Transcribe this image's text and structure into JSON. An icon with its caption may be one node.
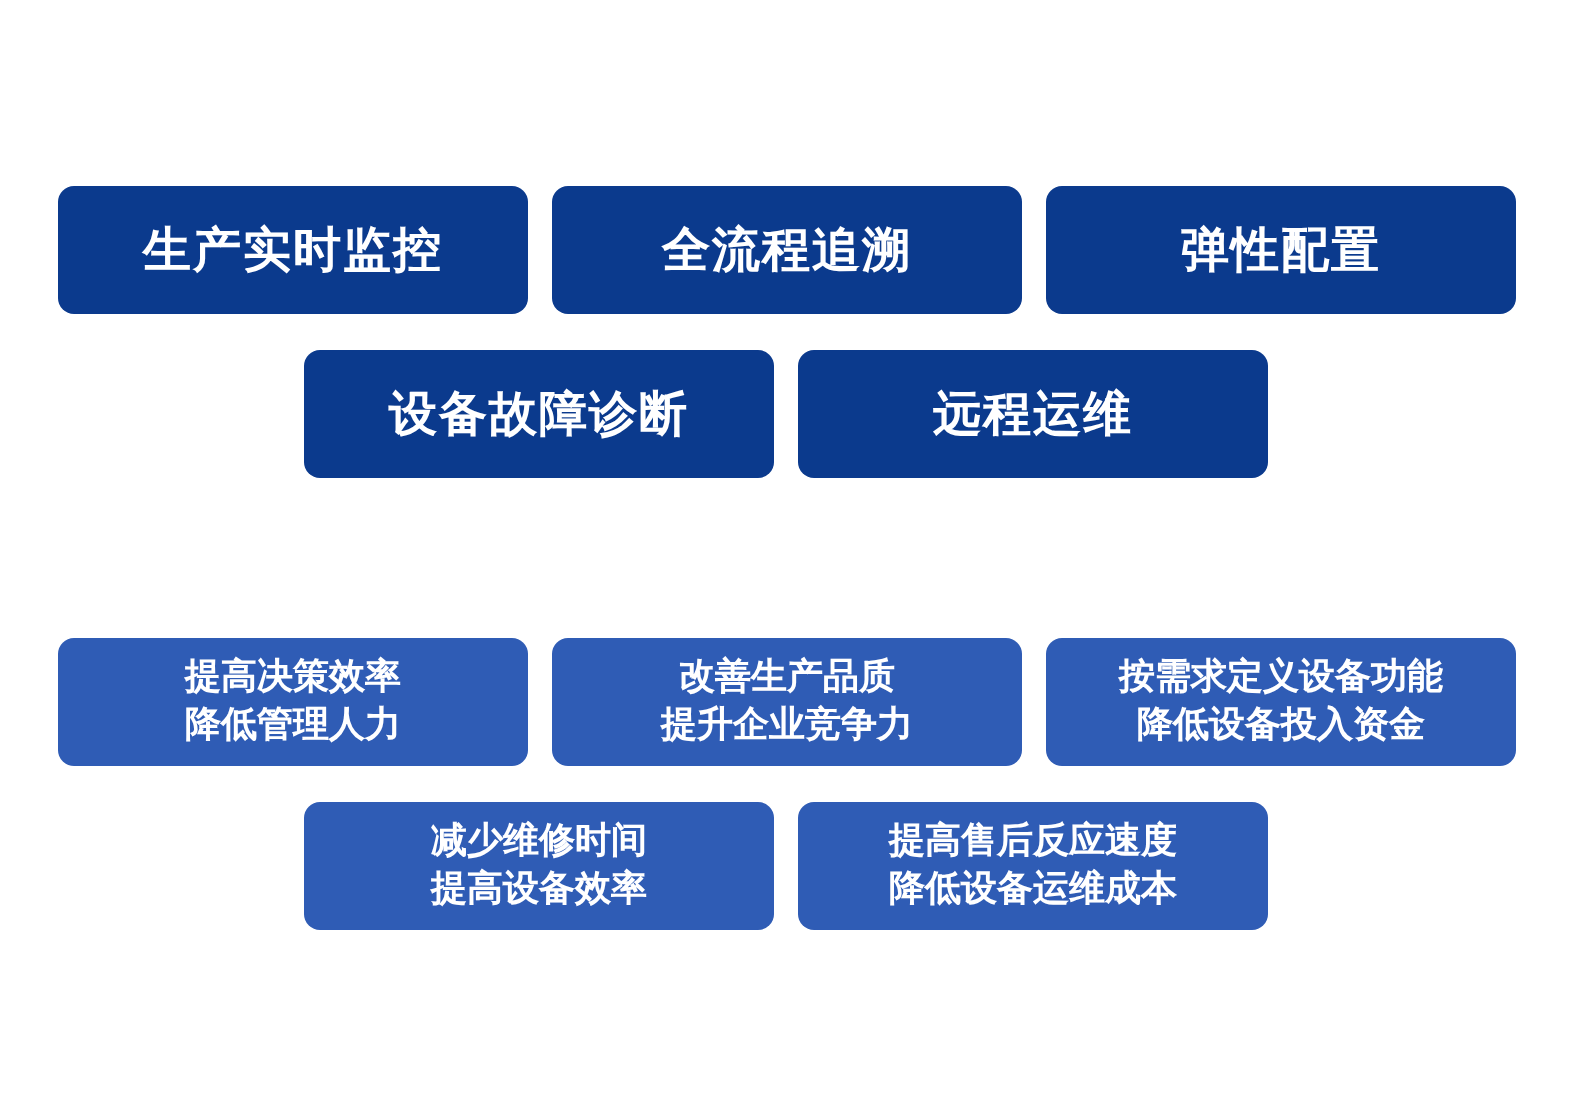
{
  "diagram": {
    "nodes": [
      {
        "text": [
          "生产实时监控"
        ]
      },
      {
        "text": [
          "全流程追溯"
        ]
      },
      {
        "text": [
          "弹性配置"
        ]
      },
      {
        "text": [
          "设备故障诊断"
        ]
      },
      {
        "text": [
          "远程运维"
        ]
      },
      {
        "text": [
          "提高决策效率",
          "降低管理人力"
        ]
      },
      {
        "text": [
          "改善生产品质",
          "提升企业竞争力"
        ]
      },
      {
        "text": [
          "按需求定义设备功能",
          "降低设备投入资金"
        ]
      },
      {
        "text": [
          "减少维修时间",
          "提高设备效率"
        ]
      },
      {
        "text": [
          "提高售后反应速度",
          "降低设备运维成本"
        ]
      }
    ]
  }
}
